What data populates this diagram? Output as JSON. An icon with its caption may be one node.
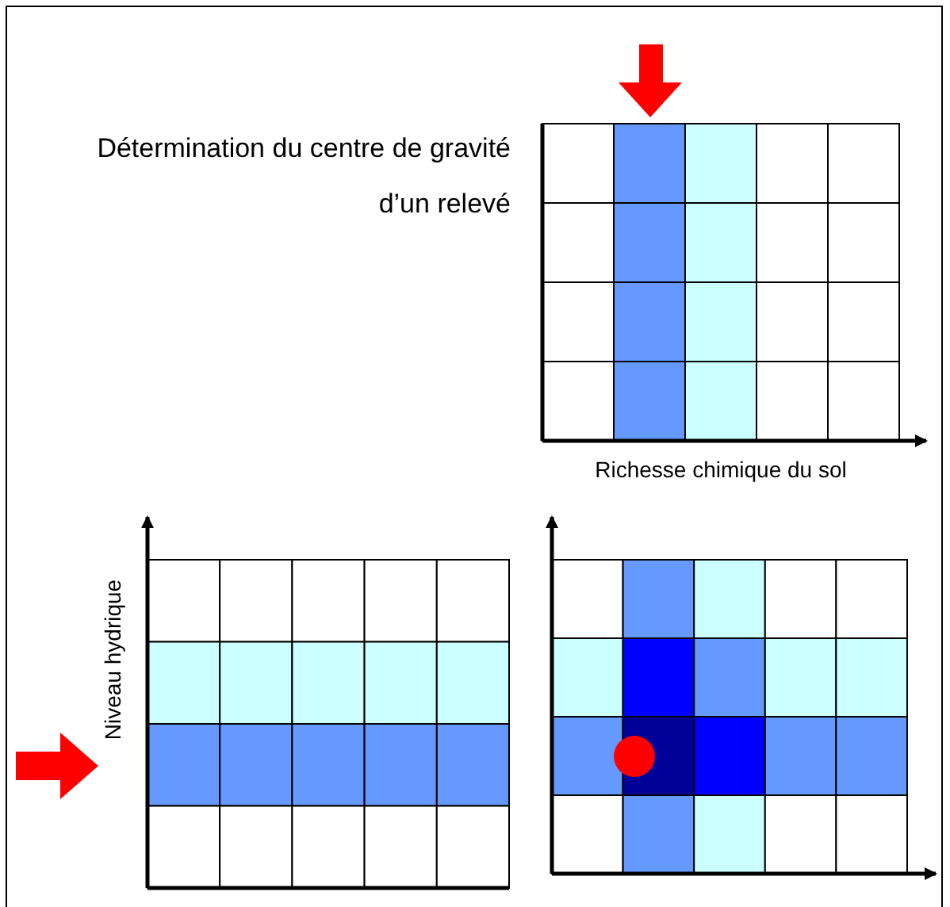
{
  "diagram": {
    "title": "Détermination du centre de gravité d’un relevé",
    "labels": [
      "Richesse chimique du sol",
      "Niveau hydrique"
    ]
  }
}
